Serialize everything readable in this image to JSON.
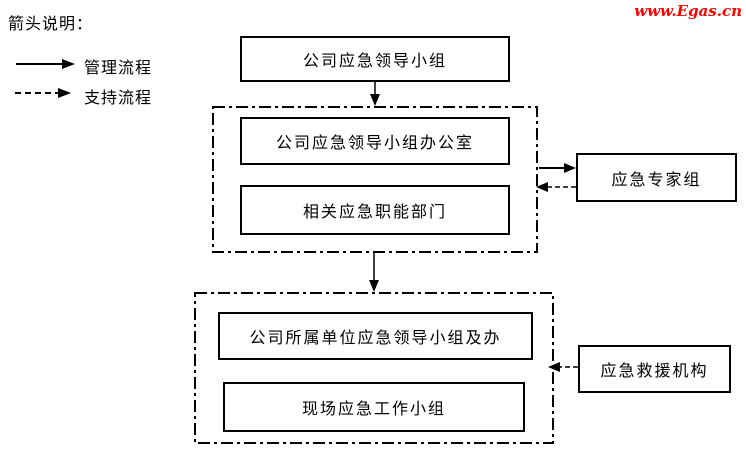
{
  "watermark": {
    "text": "www.Egas.cn",
    "color": "#ff0000"
  },
  "legend": {
    "title": "箭头说明：",
    "items": [
      {
        "label": "管理流程",
        "line_style": "solid"
      },
      {
        "label": "支持流程",
        "line_style": "dashed"
      }
    ]
  },
  "nodes": {
    "company_leading_group": "公司应急领导小组",
    "leading_group_office": "公司应急领导小组办公室",
    "related_departments": "相关应急职能部门",
    "expert_group": "应急专家组",
    "subordinate_units": "公司所属单位应急领导小组及办",
    "site_work_group": "现场应急工作小组",
    "rescue_agencies": "应急救援机构"
  },
  "colors": {
    "line": "#000000",
    "background": "#ffffff",
    "watermark": "#ff0000"
  }
}
